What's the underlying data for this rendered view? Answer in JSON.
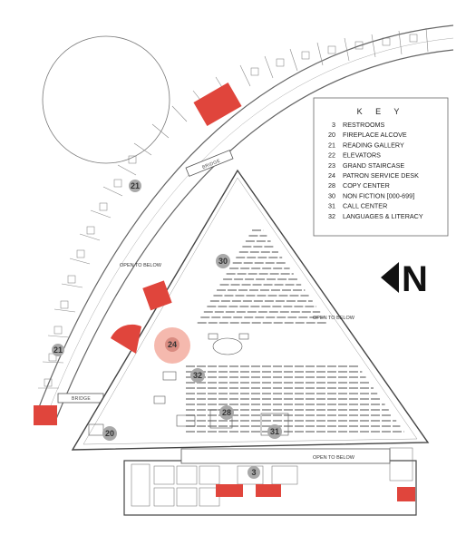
{
  "key": {
    "title": "K E Y",
    "items": [
      {
        "num": "3",
        "label": "RESTROOMS"
      },
      {
        "num": "20",
        "label": "FIREPLACE ALCOVE"
      },
      {
        "num": "21",
        "label": "READING GALLERY"
      },
      {
        "num": "22",
        "label": "ELEVATORS"
      },
      {
        "num": "23",
        "label": "GRAND STAIRCASE"
      },
      {
        "num": "24",
        "label": "PATRON SERVICE DESK"
      },
      {
        "num": "28",
        "label": "COPY CENTER"
      },
      {
        "num": "30",
        "label": "NON FICTION [000-699]"
      },
      {
        "num": "31",
        "label": "CALL CENTER"
      },
      {
        "num": "32",
        "label": "LANGUAGES & LITERACY"
      }
    ]
  },
  "compass": {
    "letter": "N"
  },
  "labels": {
    "open_to_below_left": "OPEN TO BELOW",
    "open_to_below_right": "OPEN TO BELOW",
    "open_to_below_bottom": "OPEN TO BELOW",
    "bridge": "BRIDGE"
  },
  "badges": {
    "b21_top": "21",
    "b21_bottom": "21",
    "b30": "30",
    "b24": "24",
    "b32": "32",
    "b28": "28",
    "b31": "31",
    "b20": "20",
    "b3": "3"
  },
  "colors": {
    "accent_red": "#e0453c",
    "desk_pink": "#f2a79a",
    "badge_gray": "#a9a9a9",
    "line": "#555555"
  }
}
